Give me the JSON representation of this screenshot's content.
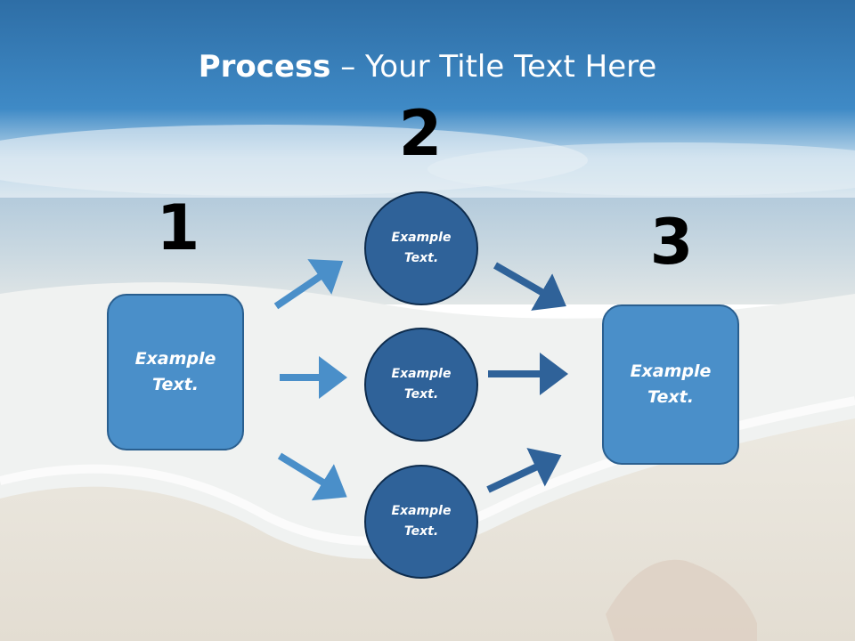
{
  "slide": {
    "title_bold": "Process",
    "title_rest": " – Your Title Text Here"
  },
  "steps": [
    {
      "number": "1"
    },
    {
      "number": "2"
    },
    {
      "number": "3"
    }
  ],
  "nodes": {
    "left_box": "Example Text.",
    "circle_top": "Example Text.",
    "circle_middle": "Example Text.",
    "circle_bottom": "Example Text.",
    "right_box": "Example Text."
  },
  "colors": {
    "box_fill": "#4a8fc9",
    "circle_fill": "#2f6299",
    "arrow_light": "#4a8fc9",
    "arrow_dark": "#2f6299",
    "sky_top": "#2e6ea6"
  }
}
